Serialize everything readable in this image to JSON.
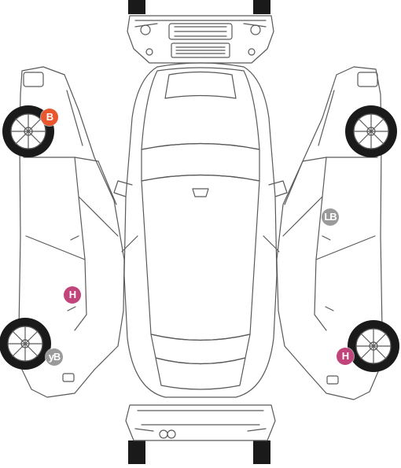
{
  "diagram": {
    "views": [
      "front-view",
      "left-side-view",
      "top-view",
      "right-side-view",
      "rear-view"
    ]
  },
  "markers": [
    {
      "id": "marker-b-left-front-wheel",
      "label": "B",
      "color": "#e9572f"
    },
    {
      "id": "marker-h-left-door",
      "label": "H",
      "color": "#c1457a"
    },
    {
      "id": "marker-yb-left-rear-wheel",
      "label": "yB",
      "color": "#9a9a9a"
    },
    {
      "id": "marker-lb-right-door",
      "label": "LB",
      "color": "#9a9a9a"
    },
    {
      "id": "marker-h-right-rear-wheel",
      "label": "H",
      "color": "#c1457a"
    }
  ],
  "colors": {
    "line": "#5a5a5a",
    "tire": "#1a1a1a",
    "background": "#ffffff"
  }
}
